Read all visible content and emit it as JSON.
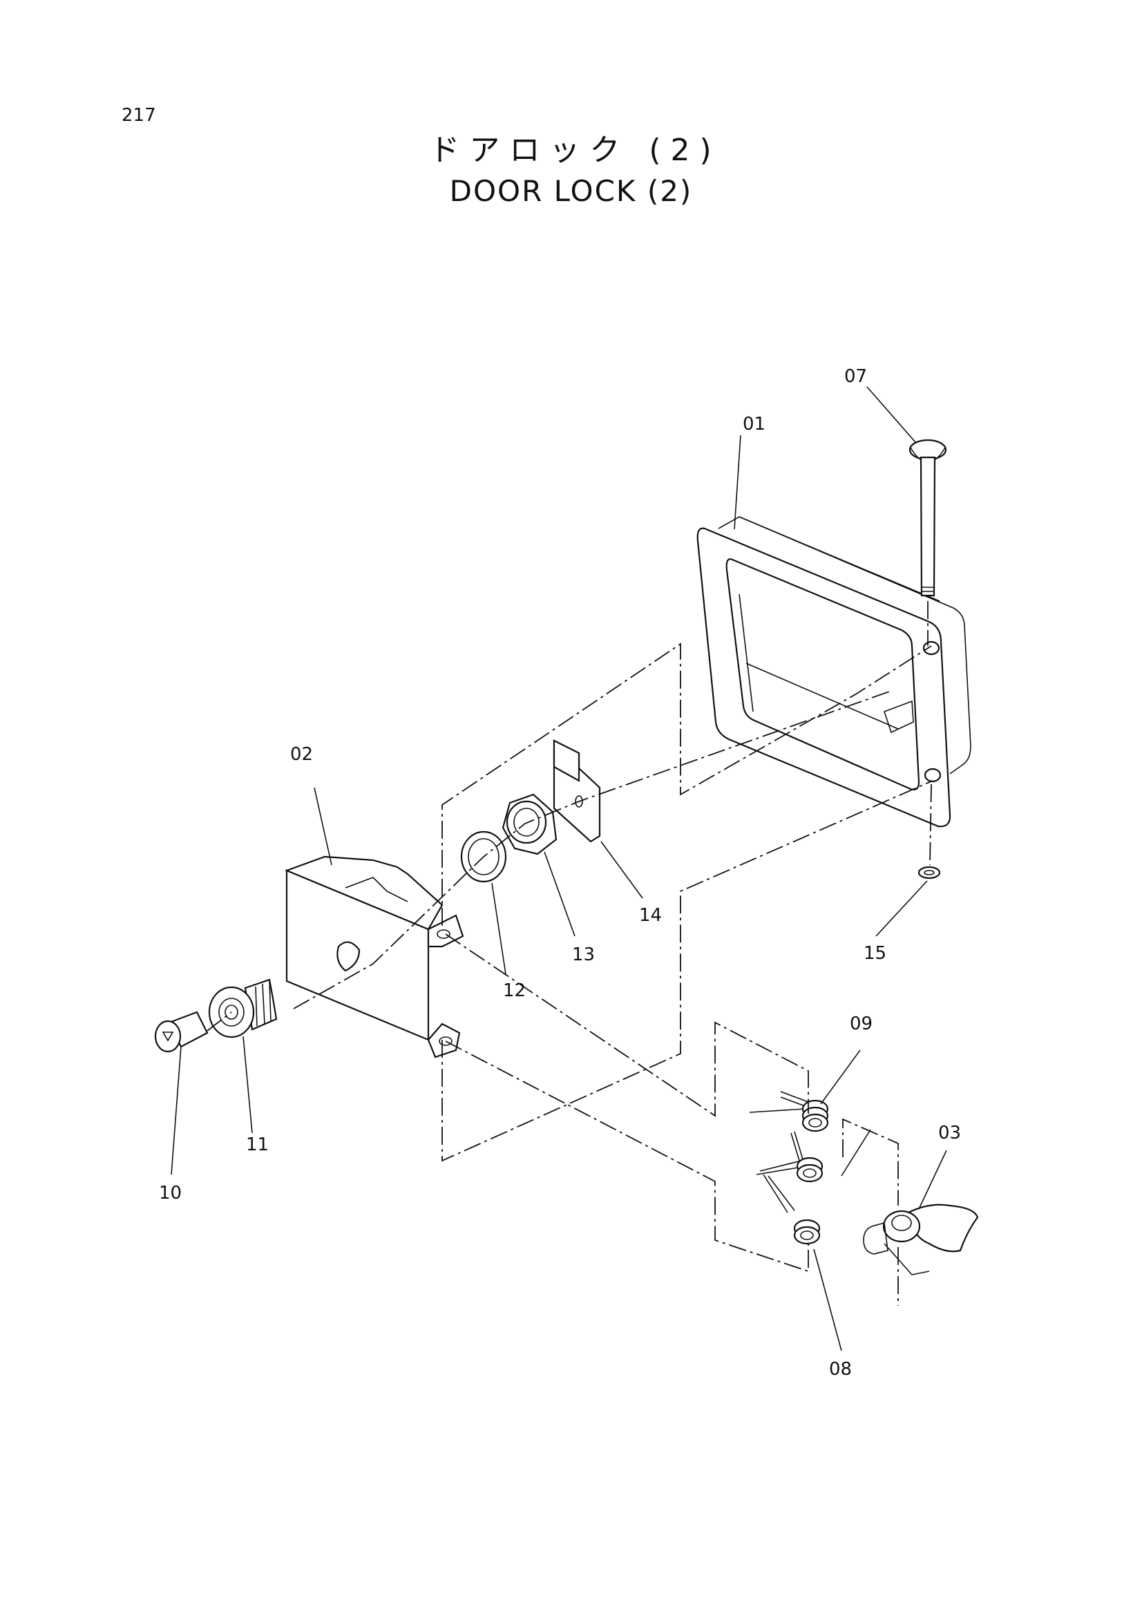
{
  "page": {
    "number": "217",
    "title_jp": "ドアロック (2)",
    "title_en": "DOOR LOCK (2)"
  },
  "callouts": {
    "p01": "01",
    "p02": "02",
    "p03": "03",
    "p07": "07",
    "p08": "08",
    "p09": "09",
    "p10": "10",
    "p11": "11",
    "p12": "12",
    "p13": "13",
    "p14": "14",
    "p15": "15"
  }
}
